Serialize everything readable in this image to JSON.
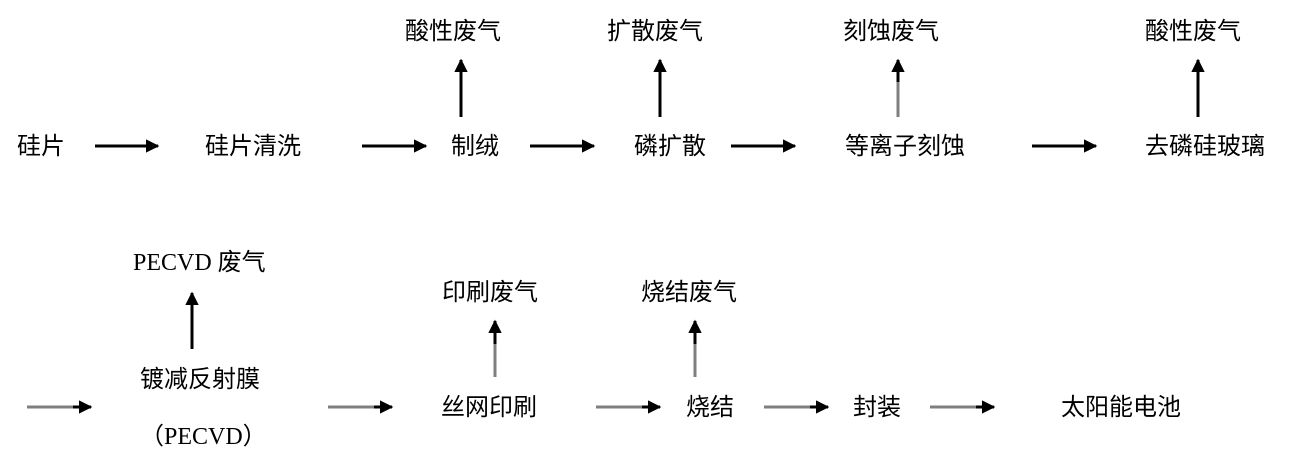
{
  "row1": {
    "steps": [
      "硅片",
      "硅片清洗",
      "制绒",
      "磷扩散",
      "等离子刻蚀",
      "去磷硅玻璃"
    ],
    "emissions": {
      "texturing": "酸性废气",
      "diffusion": "扩散废气",
      "etching": "刻蚀废气",
      "psg_removal": "酸性废气"
    }
  },
  "row2": {
    "steps": {
      "ar_coating": "镀减反射膜",
      "ar_coating_note": "（PECVD）",
      "screen_printing": "丝网印刷",
      "sintering": "烧结",
      "packaging": "封装",
      "product": "太阳能电池"
    },
    "emissions": {
      "pecvd": "PECVD 废气",
      "printing": "印刷废气",
      "sintering": "烧结废气"
    }
  },
  "colors": {
    "arrow_dark": "#000000",
    "arrow_gray": "#7f7f7f"
  }
}
